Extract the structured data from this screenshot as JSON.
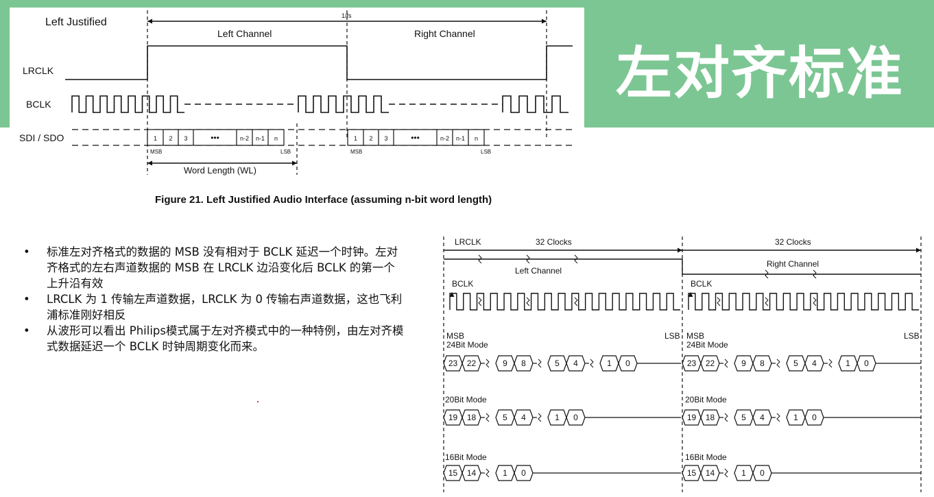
{
  "slide_title": "左对齐标准",
  "figure_top": {
    "title": "Left Justified",
    "period_label": "1/fs",
    "left_channel": "Left Channel",
    "right_channel": "Right Channel",
    "signals": [
      "LRCLK",
      "BCLK",
      "SDI / SDO"
    ],
    "bits": [
      "1",
      "2",
      "3",
      "•••",
      "n-2",
      "n-1",
      "n"
    ],
    "msb": "MSB",
    "lsb": "LSB",
    "word_length": "Word Length (WL)",
    "caption": "Figure 21.  Left Justified Audio Interface (assuming n-bit word length)"
  },
  "bullets": [
    "标准左对齐格式的数据的 MSB 没有相对于 BCLK 延迟一个时钟。左对齐格式的左右声道数据的 MSB 在 LRCLK 边沿变化后 BCLK 的第一个上升沿有效",
    "LRCLK 为 1 传输左声道数据，LRCLK 为 0 传输右声道数据，这也飞利浦标准刚好相反",
    "从波形可以看出 Philips模式属于左对齐模式中的一种特例，由左对齐模式数据延迟一个 BCLK 时钟周期变化而来。"
  ],
  "bullet_symbol": "•",
  "figure_right": {
    "lrclk": "LRCLK",
    "clocks_label": "32 Clocks",
    "left_channel": "Left Channel",
    "right_channel": "Right Channel",
    "bclk": "BCLK",
    "msb": "MSB",
    "lsb": "LSB",
    "modes": [
      {
        "label": "24Bit Mode",
        "bits": [
          "23",
          "22",
          "9",
          "8",
          "5",
          "4",
          "1",
          "0"
        ]
      },
      {
        "label": "20Bit Mode",
        "bits": [
          "19",
          "18",
          "5",
          "4",
          "1",
          "0"
        ]
      },
      {
        "label": "16Bit Mode",
        "bits": [
          "15",
          "14",
          "1",
          "0"
        ]
      }
    ]
  }
}
